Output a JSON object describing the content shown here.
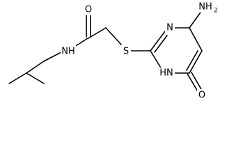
{
  "molecule": {
    "atoms": [
      {
        "id": "o_amide",
        "label": "O"
      },
      {
        "id": "nh_amide",
        "label": "NH"
      },
      {
        "id": "s_thio",
        "label": "S"
      },
      {
        "id": "n_ring3",
        "label": "N"
      },
      {
        "id": "nh2_amino",
        "label": "NH"
      },
      {
        "id": "nh2_sub",
        "label": "2"
      },
      {
        "id": "hn_ring1",
        "label": "HN"
      },
      {
        "id": "o_keto",
        "label": "O"
      }
    ],
    "colors": {
      "bond": "#000000",
      "text": "#000000",
      "background": "#ffffff"
    }
  }
}
